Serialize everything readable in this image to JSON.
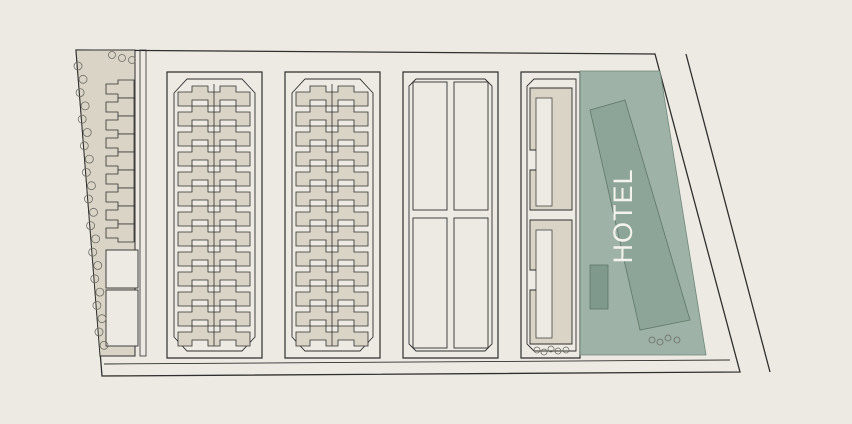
{
  "site": {
    "hotel_label": "HOTEL",
    "colors": {
      "background": "#edeae3",
      "line": "#2f2f2f",
      "building_fill": "#d9d4c6",
      "hotel_fill": "#8fa89c",
      "tree": "#6c6c64"
    }
  },
  "blocks": [
    {
      "name": "block-west-terraced",
      "type": "terraced-housing"
    },
    {
      "name": "block-2-stepped",
      "type": "stepped-apartments"
    },
    {
      "name": "block-3-stepped",
      "type": "stepped-apartments"
    },
    {
      "name": "block-4-four-plots",
      "type": "open-plots"
    },
    {
      "name": "block-5-hotel",
      "type": "hotel-site"
    }
  ]
}
